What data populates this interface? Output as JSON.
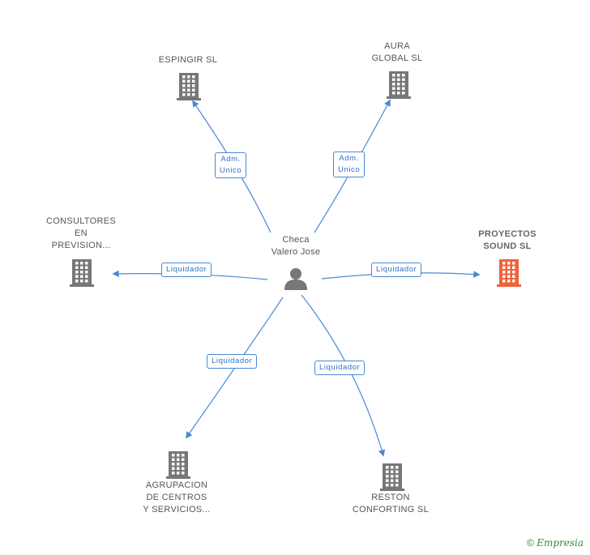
{
  "center": {
    "name_lines": [
      "Checa",
      "Valero Jose"
    ],
    "icon": "person-icon"
  },
  "nodes": [
    {
      "id": "espingir",
      "lines": [
        "ESPINGIR SL"
      ],
      "icon": "building-icon",
      "color": "#777777"
    },
    {
      "id": "aura",
      "lines": [
        "AURA",
        "GLOBAL SL"
      ],
      "icon": "building-icon",
      "color": "#777777"
    },
    {
      "id": "consultores",
      "lines": [
        "CONSULTORES",
        "EN",
        "PREVISION..."
      ],
      "icon": "building-icon",
      "color": "#777777"
    },
    {
      "id": "proyectos",
      "lines": [
        "PROYECTOS",
        "SOUND SL"
      ],
      "icon": "building-icon",
      "color": "#f0623a"
    },
    {
      "id": "agrupacion",
      "lines": [
        "AGRUPACION",
        "DE CENTROS",
        "Y SERVICIOS..."
      ],
      "icon": "building-icon",
      "color": "#777777"
    },
    {
      "id": "reston",
      "lines": [
        "RESTON",
        "CONFORTING SL"
      ],
      "icon": "building-icon",
      "color": "#777777"
    }
  ],
  "edges": [
    {
      "target": "espingir",
      "label_lines": [
        "Adm.",
        "Unico"
      ]
    },
    {
      "target": "aura",
      "label_lines": [
        "Adm.",
        "Unico"
      ]
    },
    {
      "target": "consultores",
      "label_lines": [
        "Liquidador"
      ]
    },
    {
      "target": "proyectos",
      "label_lines": [
        "Liquidador"
      ]
    },
    {
      "target": "agrupacion",
      "label_lines": [
        "Liquidador"
      ]
    },
    {
      "target": "reston",
      "label_lines": [
        "Liquidador"
      ]
    }
  ],
  "colors": {
    "edge": "#4a87d6",
    "building_default": "#777777",
    "building_highlight": "#f0623a",
    "person": "#777777"
  },
  "watermark": {
    "symbol": "©",
    "brand_initial": "E",
    "brand_rest": "mpresia"
  }
}
